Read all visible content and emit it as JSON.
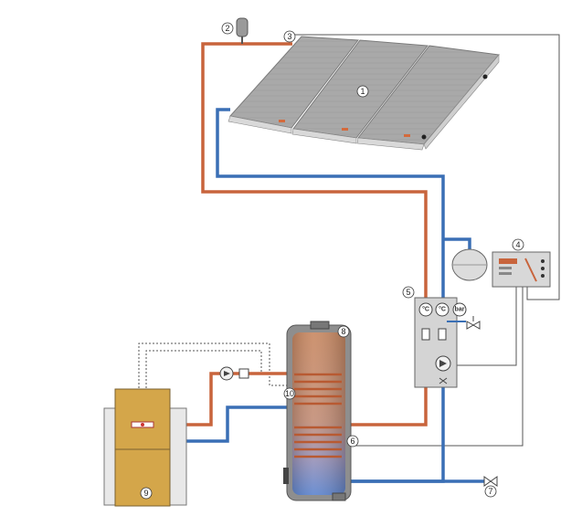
{
  "diagram": {
    "components": [
      {
        "id": "1",
        "label": "1"
      },
      {
        "id": "2",
        "label": "2"
      },
      {
        "id": "3",
        "label": "3"
      },
      {
        "id": "4",
        "label": "4"
      },
      {
        "id": "5",
        "label": "5"
      },
      {
        "id": "6",
        "label": "6"
      },
      {
        "id": "7",
        "label": "7"
      },
      {
        "id": "8",
        "label": "8"
      },
      {
        "id": "9",
        "label": "9"
      },
      {
        "id": "10",
        "label": "10"
      }
    ],
    "gauges": {
      "temp_left": "°C",
      "temp_right": "°C",
      "pressure": "bar"
    },
    "colors": {
      "hot_pipe": "#c8643c",
      "cold_pipe": "#3a6fb5",
      "signal_line": "#555555",
      "tank_hot": "#c98a64",
      "tank_cold": "#6b8fd0",
      "boiler": "#d4a64a",
      "panel": "#a8a8a8"
    }
  }
}
